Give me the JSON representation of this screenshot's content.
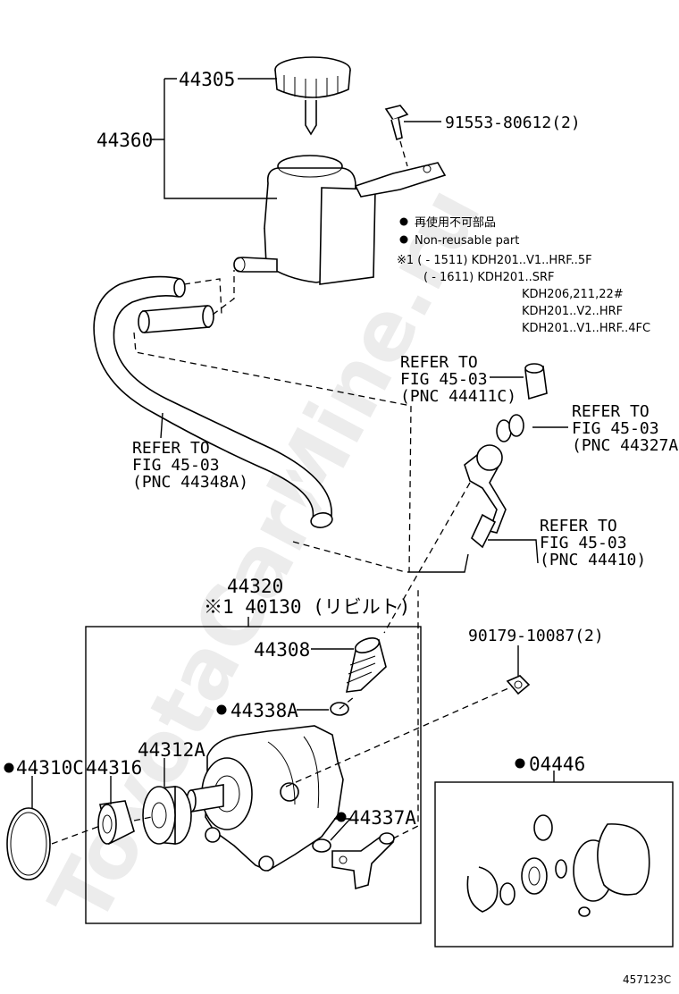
{
  "watermark": "ToyotaCarMine.ru",
  "figure_id": "457123C",
  "legend": {
    "jp": "再使用不可部品",
    "en": "Non-reusable part"
  },
  "applicability": {
    "line1": "※1 (    - 1511) KDH201..V1..HRF..5F",
    "line2": "(    - 1611) KDH201..SRF",
    "line3": "KDH206,211,22#",
    "line4": "KDH201..V2..HRF",
    "line5": "KDH201..V1..HRF..4FC"
  },
  "parts": {
    "p44305": "44305",
    "p44360": "44360",
    "p91553": "91553-80612(2)",
    "p44320": "44320",
    "p40130": "※1 40130 (リビルト)",
    "p44308": "44308",
    "p90179": "90179-10087(2)",
    "p44338A": "44338A",
    "p44312A": "44312A",
    "p44310C": "44310C",
    "p44316": "44316",
    "p44337A": "44337A",
    "p04446": "04446"
  },
  "refs": {
    "r44411C": [
      "REFER TO",
      "FIG 45-03",
      "(PNC 44411C)"
    ],
    "r44327A": [
      "REFER TO",
      "FIG 45-03",
      "(PNC 44327A)"
    ],
    "r44348A": [
      "REFER TO",
      "FIG 45-03",
      "(PNC 44348A)"
    ],
    "r44410": [
      "REFER TO",
      "FIG 45-03",
      "(PNC 44410)"
    ]
  },
  "icons": {
    "non_reusable_marker": "filled-circle"
  }
}
